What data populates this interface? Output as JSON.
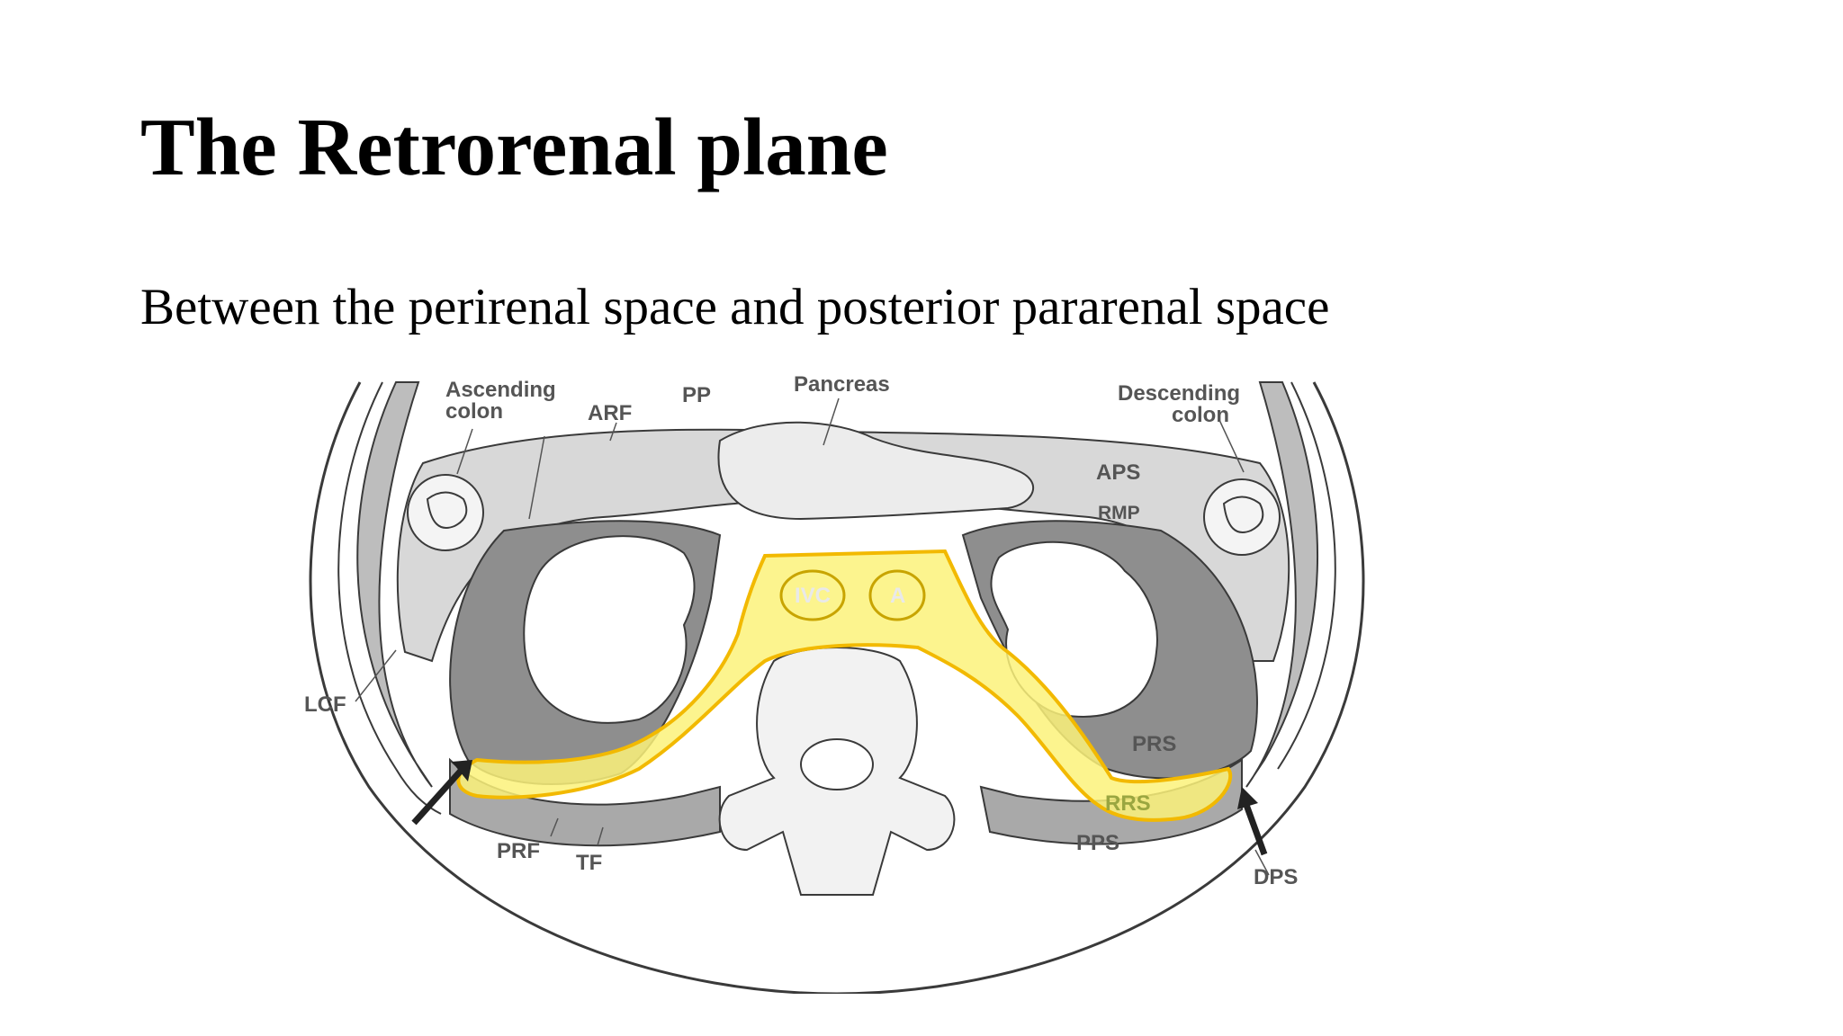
{
  "slide": {
    "title": "The Retrorenal plane",
    "subtitle": "Between the perirenal space and posterior pararenal space"
  },
  "diagram": {
    "labels": {
      "ascending_colon_line1": "Ascending",
      "ascending_colon_line2": "colon",
      "pp": "PP",
      "arf": "ARF",
      "pancreas": "Pancreas",
      "descending_colon_line1": "Descending",
      "descending_colon_line2": "colon",
      "aps": "APS",
      "rmp": "RMP",
      "ivc": "IVC",
      "aorta": "A",
      "lcf": "LCF",
      "prs": "PRS",
      "rrs": "RRS",
      "pps": "PPS",
      "prf": "PRF",
      "tf": "TF",
      "dps": "DPS"
    },
    "colors": {
      "highlight_fill": "#fbf27a",
      "highlight_outline": "#f2b900",
      "perirenal_fat": "#8e8e8e",
      "anterior_pararenal": "#d8d8d8",
      "posterior_pararenal": "#a9a9a9",
      "outline": "#3a3a3a"
    }
  }
}
